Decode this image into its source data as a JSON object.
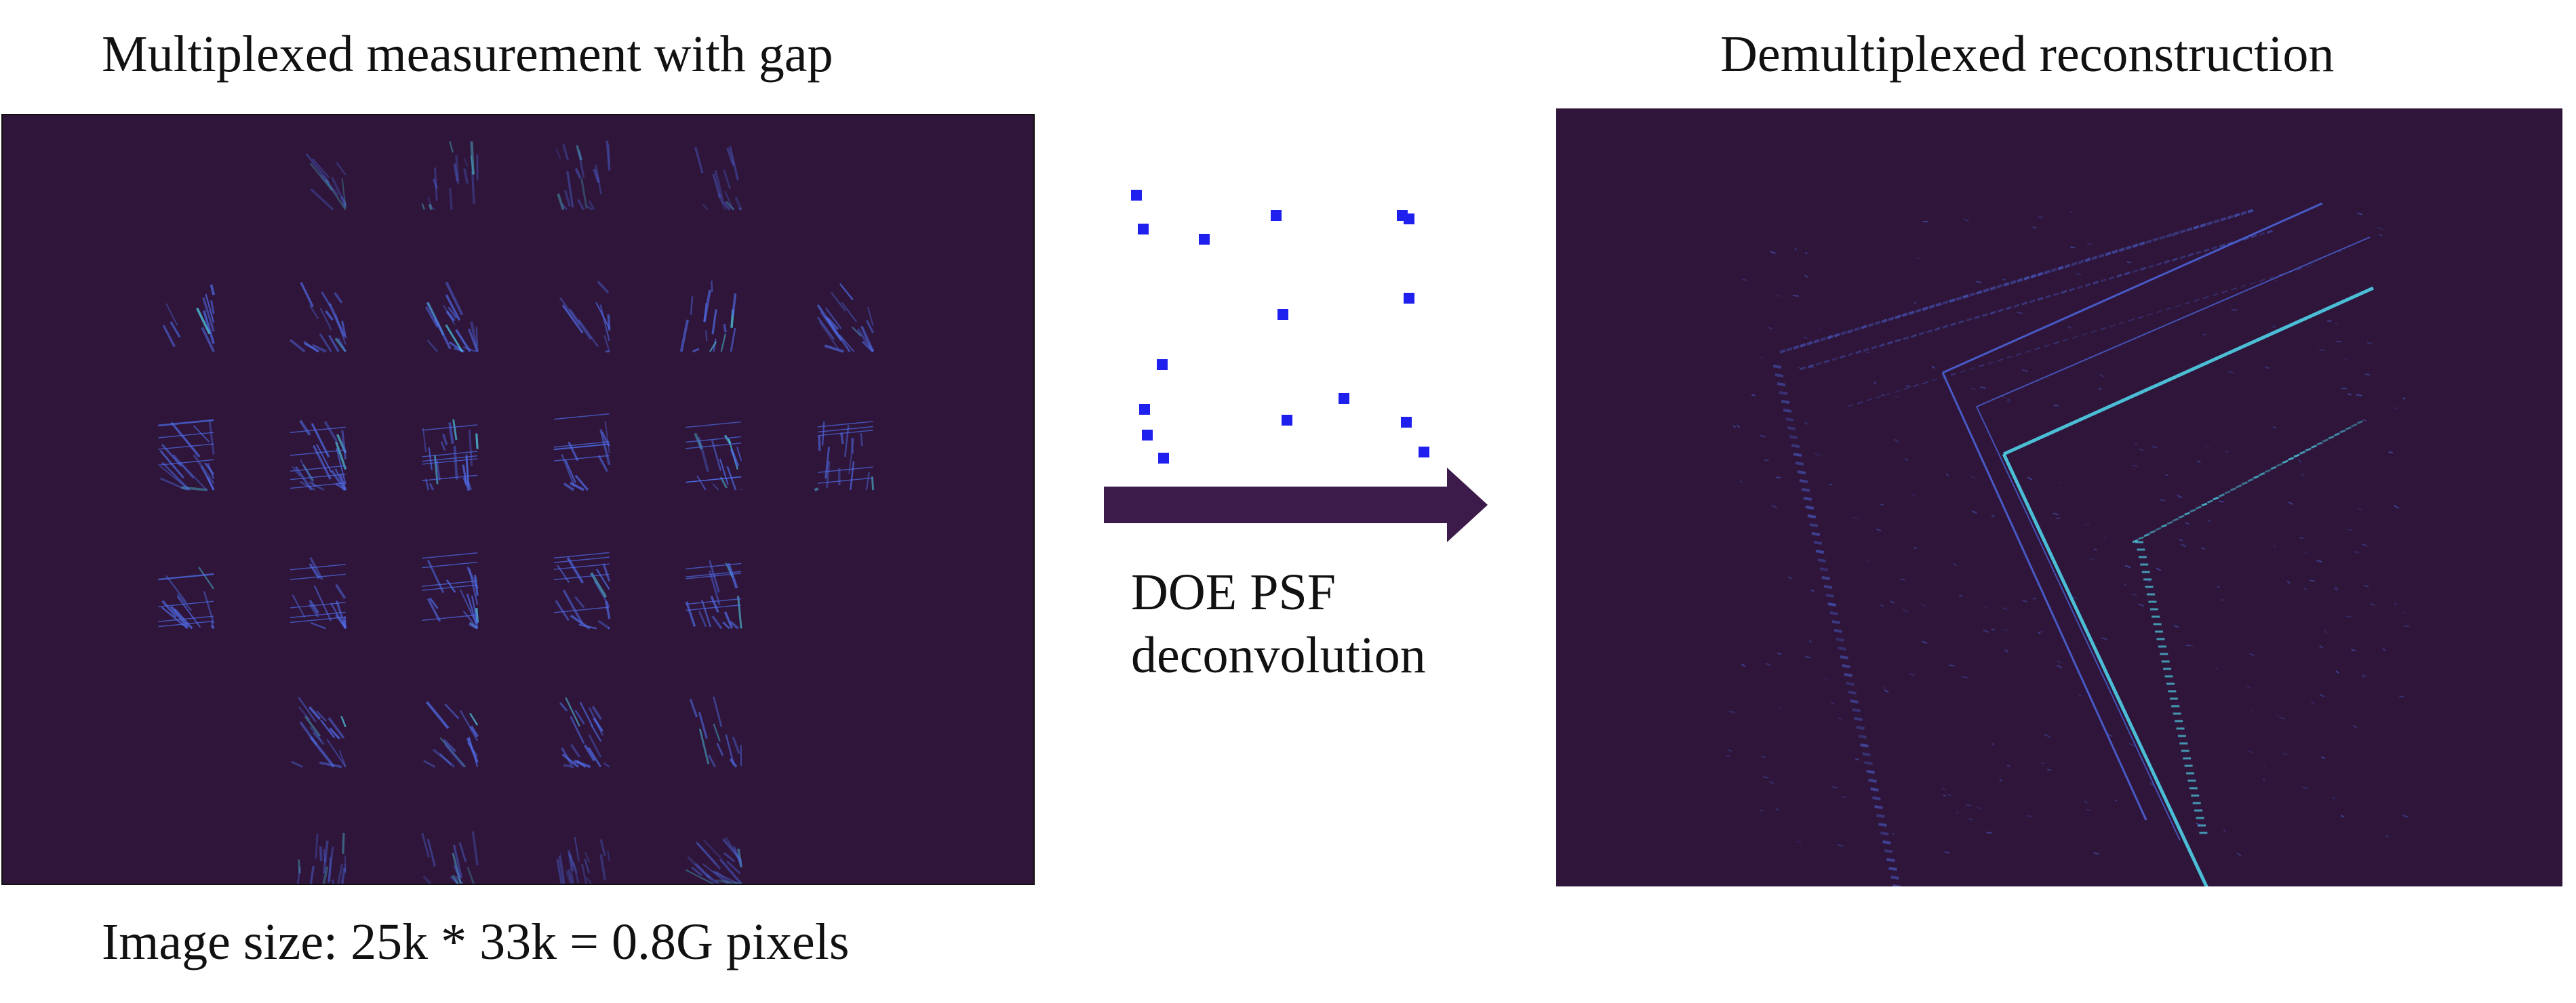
{
  "left_panel": {
    "title": "Multiplexed measurement with gap",
    "caption": "Image size: 25k * 33k = 0.8G pixels"
  },
  "middle": {
    "label_line1": "DOE PSF",
    "label_line2": "deconvolution"
  },
  "right_panel": {
    "title": "Demultiplexed reconstruction"
  },
  "colors": {
    "background": "#2e1539",
    "stripe": "#4f6ce8",
    "stripe_bright": "#4fd0e8",
    "psf_dot": "#2020ee",
    "arrow": "#3c1a4a"
  },
  "icons": {
    "arrow": "right-arrow-icon",
    "psf": "psf-dot-pattern"
  }
}
